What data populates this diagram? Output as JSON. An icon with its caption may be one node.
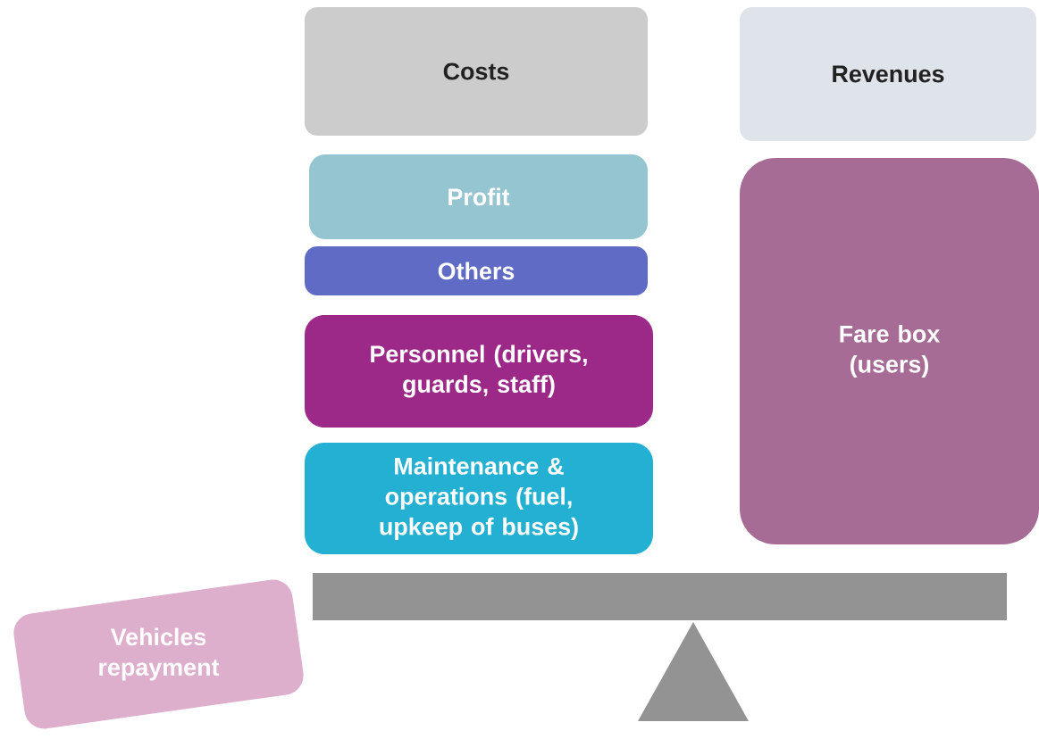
{
  "diagram": {
    "nodes": [
      {
        "text": [
          "Costs"
        ]
      },
      {
        "text": [
          "Revenues"
        ]
      },
      {
        "text": [
          "Profit"
        ]
      },
      {
        "text": [
          "Others"
        ]
      },
      {
        "text": [
          "Personnel (drivers, guards, staff)"
        ]
      },
      {
        "text": [
          "Maintenance & operations (fuel, upkeep of buses)"
        ]
      },
      {
        "text": [
          "Fare box (users)"
        ]
      },
      {
        "text": [
          "Vehicles repayment"
        ]
      }
    ],
    "edges": []
  }
}
